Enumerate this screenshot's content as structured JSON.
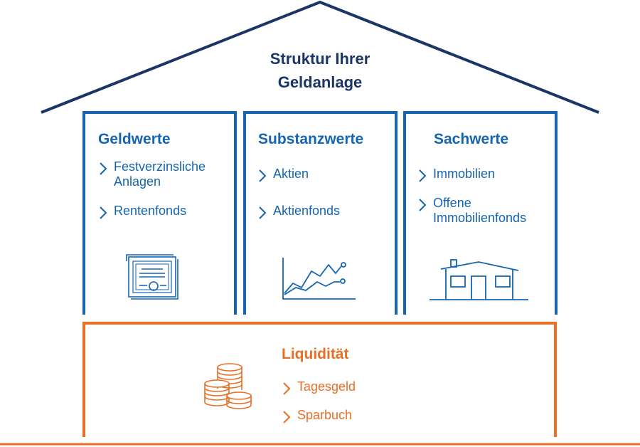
{
  "title": {
    "line1": "Struktur Ihrer",
    "line2": "Geldanlage"
  },
  "columns": [
    {
      "heading": "Geldwerte",
      "items": [
        {
          "line1": "Festverzinsliche",
          "line2": "Anlagen"
        },
        {
          "line1": "Rentenfonds"
        }
      ],
      "icon": "certificate-icon"
    },
    {
      "heading": "Substanzwerte",
      "items": [
        {
          "line1": "Aktien"
        },
        {
          "line1": "Aktienfonds"
        }
      ],
      "icon": "stock-chart-icon"
    },
    {
      "heading": "Sachwerte",
      "items": [
        {
          "line1": "Immobilien"
        },
        {
          "line1": "Offene",
          "line2": "Immobilienfonds"
        }
      ],
      "icon": "house-icon"
    }
  ],
  "foundation": {
    "heading": "Liquidität",
    "items": [
      {
        "line1": "Tagesgeld"
      },
      {
        "line1": "Sparbuch"
      }
    ],
    "icon": "coins-icon"
  },
  "colors": {
    "roof": "#1b3564",
    "pillar": "#1565b0",
    "foundation": "#e86f25"
  }
}
